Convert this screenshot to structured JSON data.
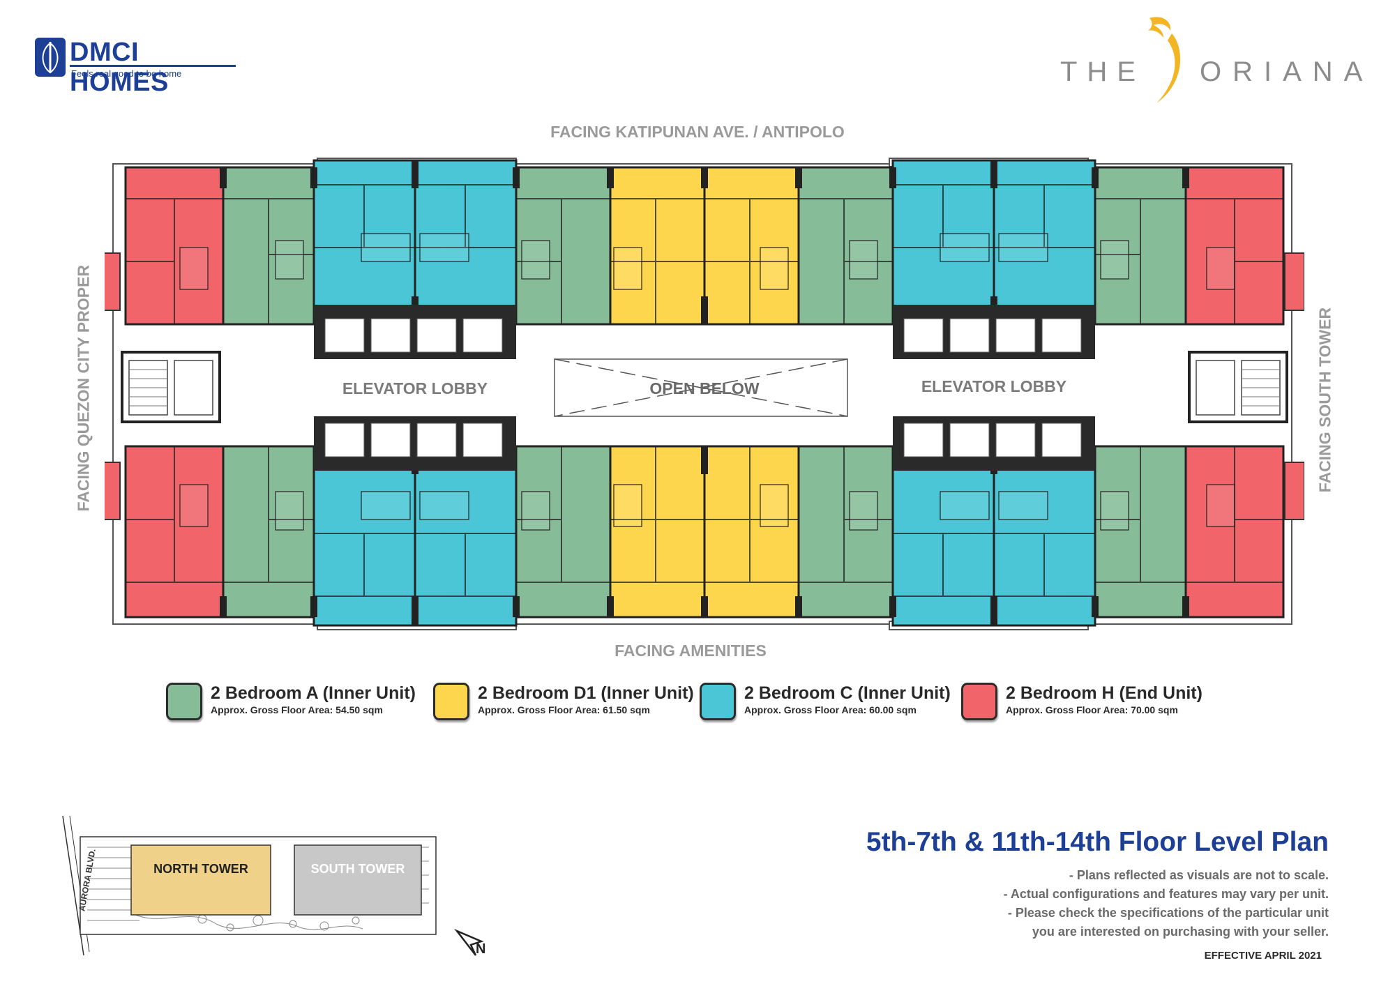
{
  "brand": {
    "dmci_name": "DMCI HOMES",
    "dmci_tagline": "Feels real good to be home",
    "project_the": "THE",
    "project_name": "ORIANA"
  },
  "facing": {
    "top": "FACING KATIPUNAN AVE. / ANTIPOLO",
    "bottom": "FACING AMENITIES",
    "left": "FACING QUEZON CITY PROPER",
    "right": "FACING SOUTH TOWER"
  },
  "zones": {
    "lobby_left": "ELEVATOR LOBBY",
    "open_below": "OPEN BELOW",
    "lobby_right": "ELEVATOR LOBBY"
  },
  "legend": [
    {
      "name": "2 Bedroom A (Inner Unit)",
      "area": "Approx. Gross Floor Area: 54.50 sqm",
      "color": "#86bd98"
    },
    {
      "name": "2 Bedroom D1 (Inner Unit)",
      "area": "Approx. Gross Floor Area: 61.50 sqm",
      "color": "#fed64e"
    },
    {
      "name": "2 Bedroom C (Inner Unit)",
      "area": "Approx. Gross Floor Area: 60.00 sqm",
      "color": "#4ac6d6"
    },
    {
      "name": "2 Bedroom H (End Unit)",
      "area": "Approx. Gross Floor Area: 70.00 sqm",
      "color": "#f0646a"
    }
  ],
  "site_plan": {
    "north_tower": "NORTH TOWER",
    "south_tower": "SOUTH TOWER",
    "street": "AURORA BLVD.",
    "north_marker": "N",
    "north_tower_color": "#f0d18a",
    "south_tower_color": "#c8c8c8"
  },
  "plan_title": "5th-7th & 11th-14th Floor Level Plan",
  "notes": [
    "- Plans reflected as visuals are not to scale.",
    "- Actual configurations and features may vary per unit.",
    "- Please check the specifications of the particular unit",
    "you are interested on purchasing with your seller."
  ],
  "effective": "EFFECTIVE APRIL 2021",
  "colors": {
    "brand_blue": "#1d3f95",
    "gold": "#f2b624",
    "unit_a": "#86bd98",
    "unit_d1": "#fed64e",
    "unit_c": "#4ac6d6",
    "unit_h": "#f0646a"
  }
}
